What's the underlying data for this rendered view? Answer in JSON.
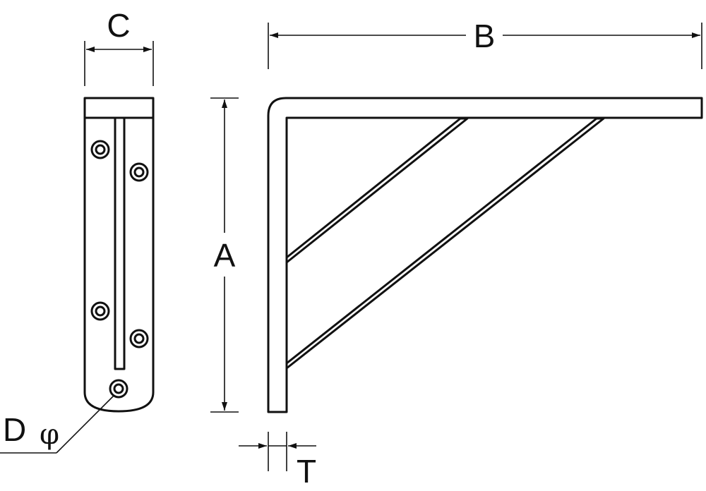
{
  "labels": {
    "a": "A",
    "b": "B",
    "c": "C",
    "d": "D",
    "phi": "φ",
    "t": "T"
  }
}
